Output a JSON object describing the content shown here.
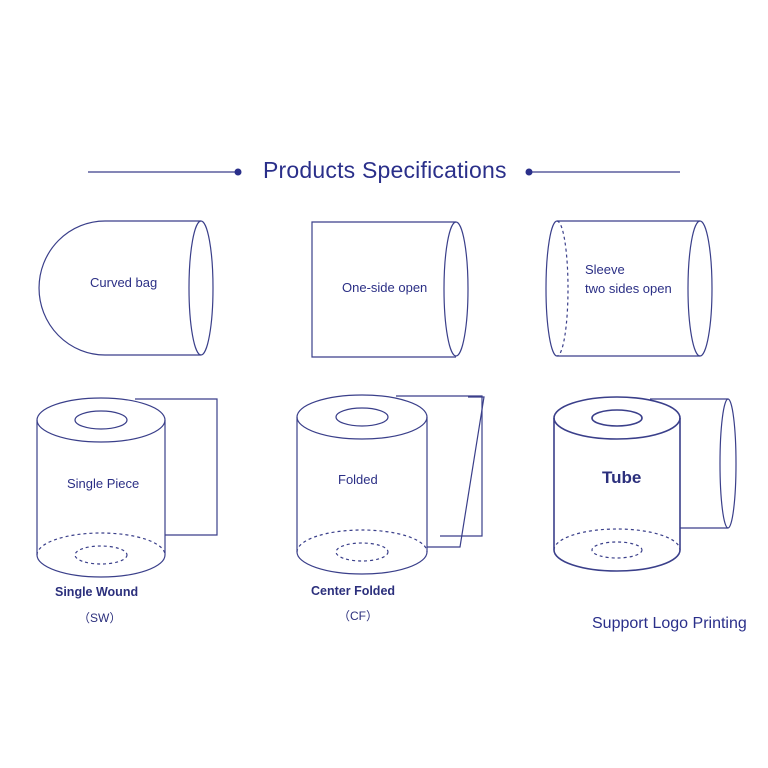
{
  "header": {
    "title": "Products Specifications"
  },
  "colors": {
    "line": "#3a3f8a",
    "text": "#2b2f85",
    "accent": "#2a2f8a"
  },
  "top_row": [
    {
      "label": "Curved bag"
    },
    {
      "label": "One-side open"
    },
    {
      "label_line1": "Sleeve",
      "label_line2": "two sides open"
    }
  ],
  "bottom_row": [
    {
      "label": "Single Piece",
      "caption": "Single Wound",
      "caption_sub": "（SW）"
    },
    {
      "label": "Folded",
      "caption": "Center Folded",
      "caption_sub": "（CF）"
    },
    {
      "label": "Tube"
    }
  ],
  "footer": {
    "note": "Support Logo Printing"
  }
}
